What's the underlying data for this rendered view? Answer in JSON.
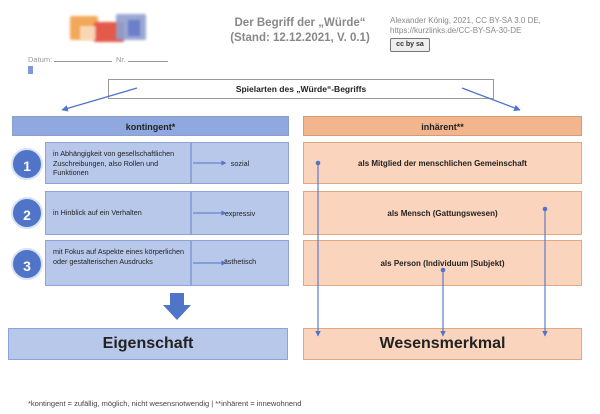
{
  "header": {
    "title_line1": "Der Begriff der „Würde“",
    "title_line2": "(Stand: 12.12.2021, V. 0.1)",
    "author_line1": "Alexander König, 2021, CC BY-SA 3.0 DE,",
    "author_line2": "https://kurzlinks.de/CC-BY-SA-30-DE",
    "cc_badge": "cc by sa",
    "datum_label": "Datum:",
    "nr_label": "Nr."
  },
  "diagram": {
    "top_label": "Spielarten des „Würde“-Begriffs",
    "left_header": "kontingent*",
    "right_header": "inhärent**",
    "rows": [
      {
        "number": "1",
        "description": "in Abhängigkeit von gesellschaftlichen Zuschreibungen, also Rollen und Funktionen",
        "type": "sozial",
        "right": "als Mitglied der menschlichen Gemeinschaft"
      },
      {
        "number": "2",
        "description": "in Hinblick auf ein Verhalten",
        "type": "expressiv",
        "right": "als Mensch (Gattungswesen)"
      },
      {
        "number": "3",
        "description": "mit Fokus auf Aspekte eines körperlichen oder gestalterischen Ausdrucks",
        "type": "ästhetisch",
        "right": "als Person (Individuum |Subjekt)"
      }
    ],
    "left_result": "Eigenschaft",
    "right_result": "Wesensmerkmal"
  },
  "footnote": "*kontingent = zufällig, möglich, nicht wesensnotwendig | **inhärent = innewohnend",
  "colors": {
    "blue_fill": "#b8c8ea",
    "blue_header": "#8fa9e0",
    "blue_accent": "#4f74c8",
    "orange_fill": "#fad4bc",
    "orange_header": "#f3b58d"
  }
}
